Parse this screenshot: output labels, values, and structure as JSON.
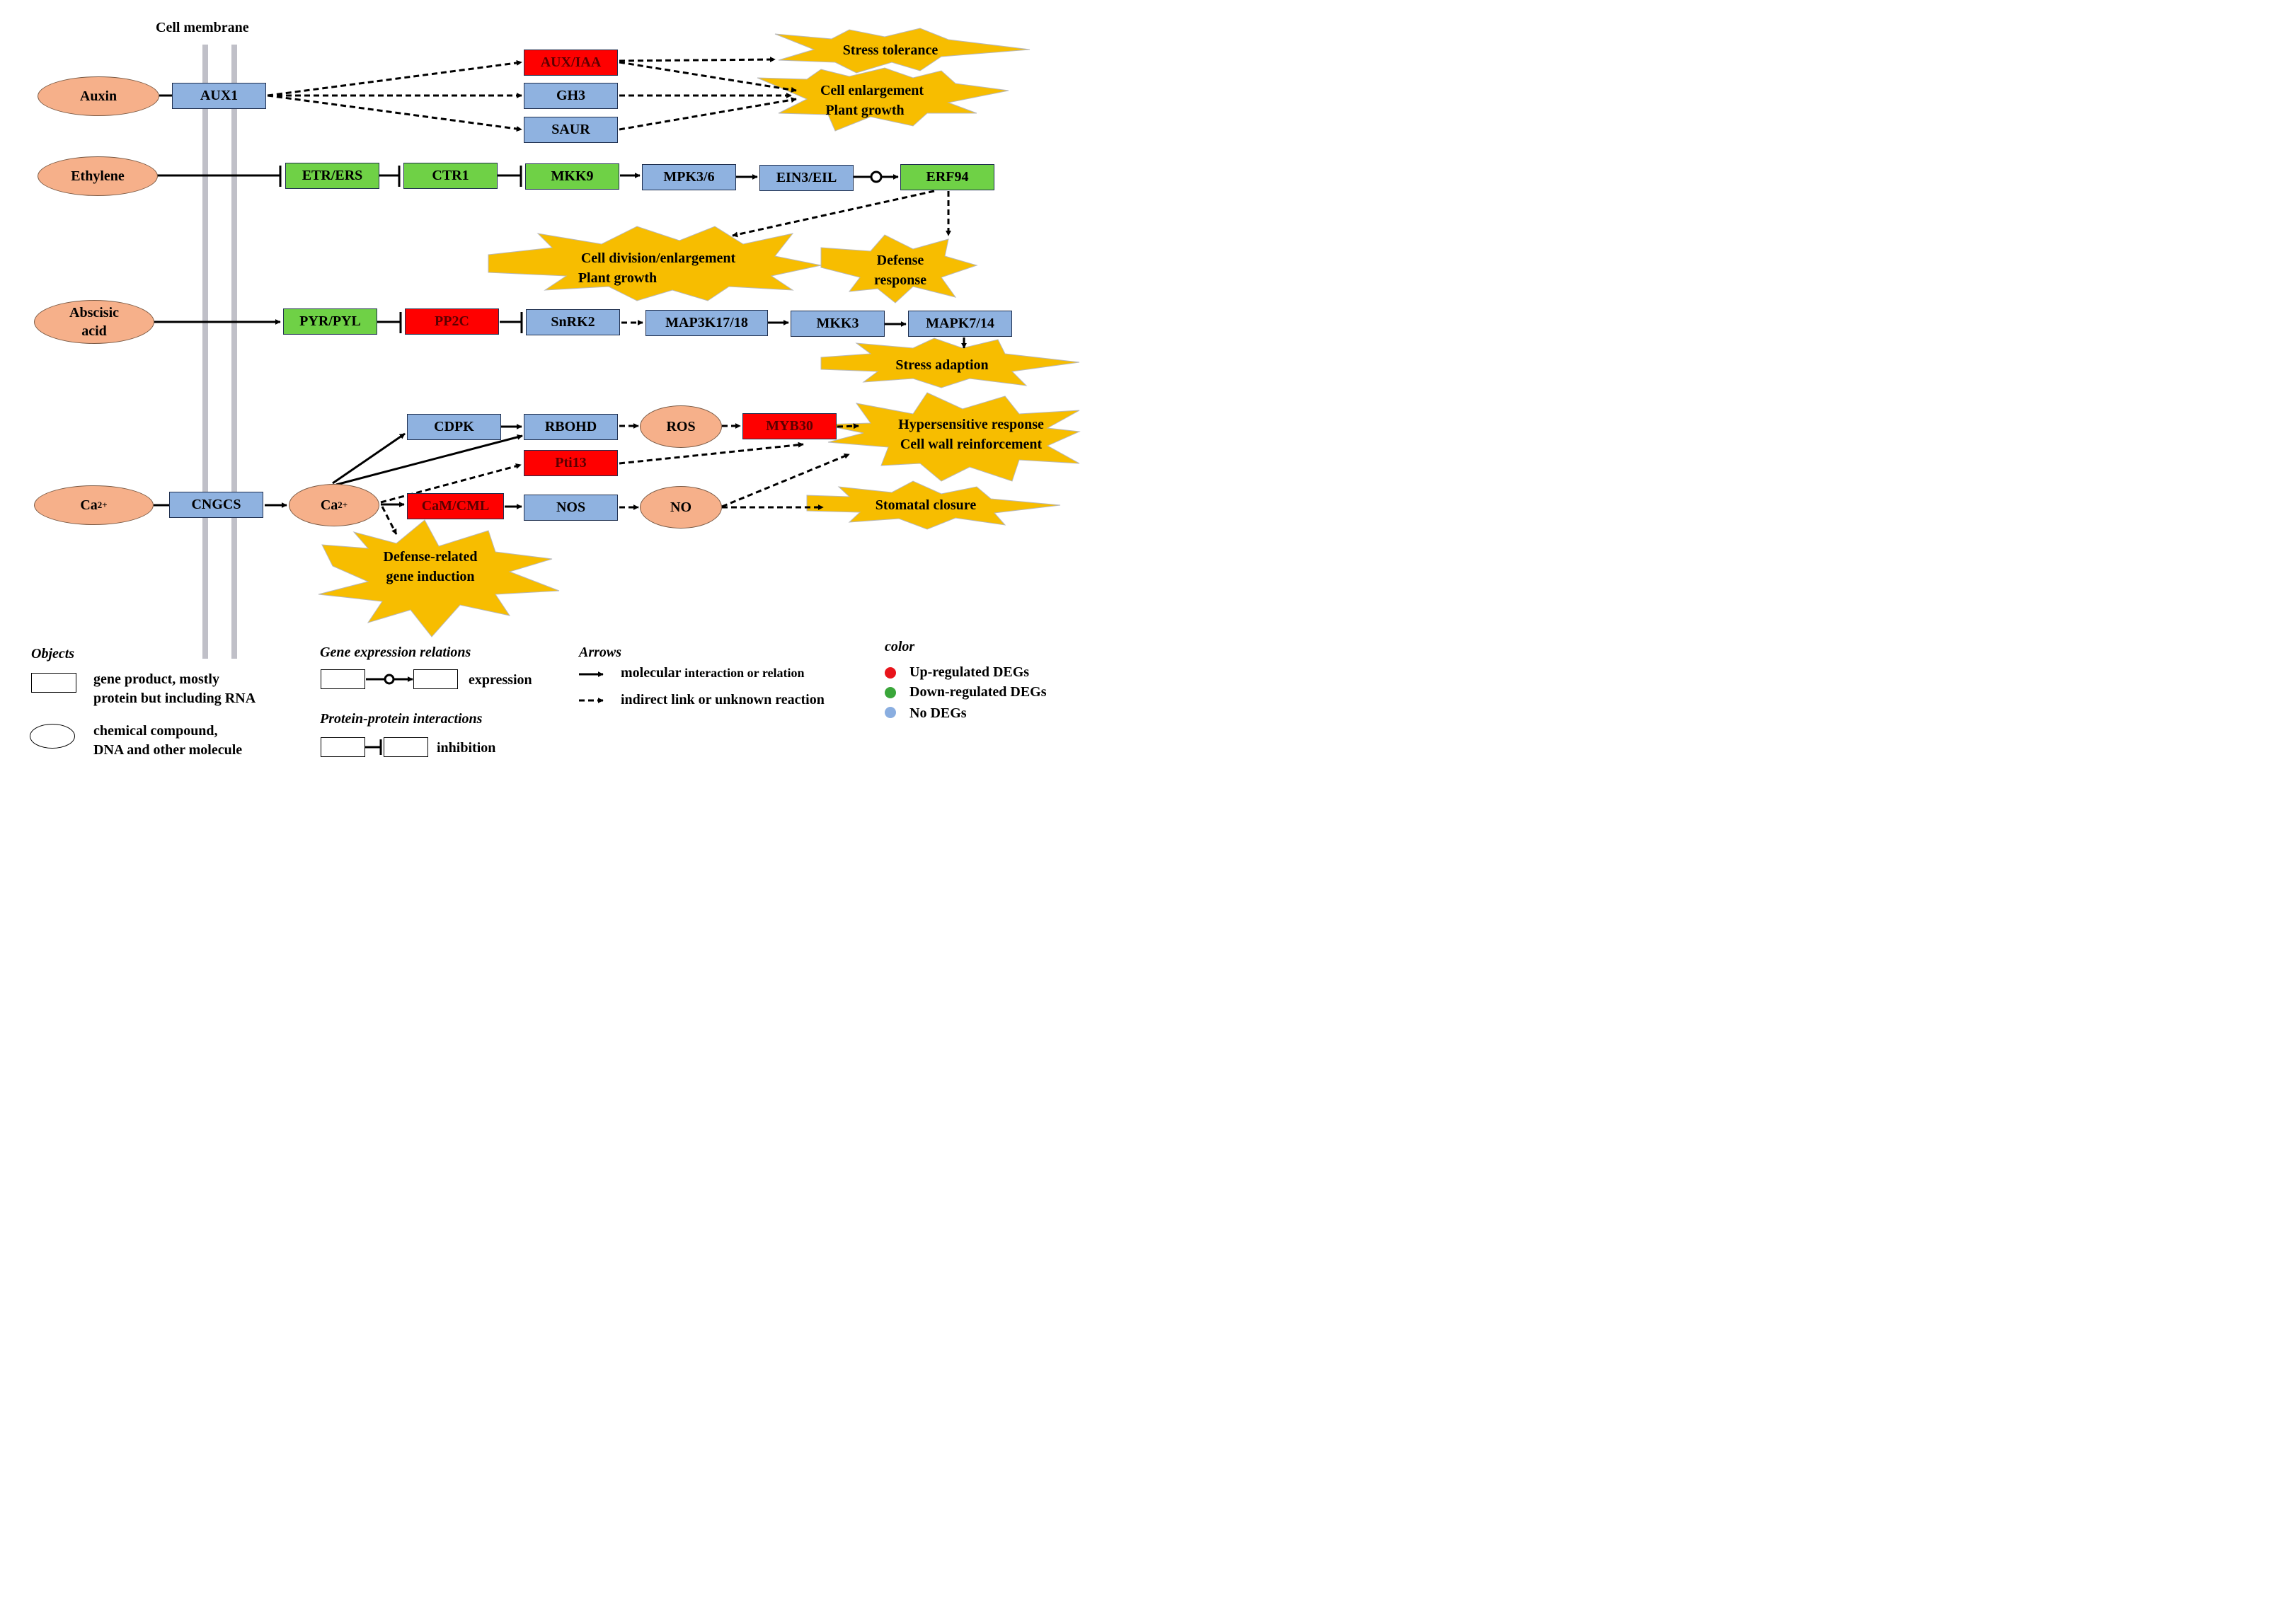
{
  "membrane_label": "Cell membrane",
  "nodes": {
    "auxin": "Auxin",
    "aux1": "AUX1",
    "aux_iaa": "AUX/IAA",
    "gh3": "GH3",
    "saur": "SAUR",
    "ethylene": "Ethylene",
    "etr_ers": "ETR/ERS",
    "ctr1": "CTR1",
    "mkk9": "MKK9",
    "mpk3_6": "MPK3/6",
    "ein3_eil": "EIN3/EIL",
    "erf94": "ERF94",
    "aba_line1": "Abscisic",
    "aba_line2": "acid",
    "pyr_pyl": "PYR/PYL",
    "pp2c": "PP2C",
    "snrk2": "SnRK2",
    "map3k17_18": "MAP3K17/18",
    "mkk3": "MKK3",
    "mapk7_14": "MAPK7/14",
    "ca_ext": "Ca",
    "ca_int": "Ca",
    "ca_sup": "2+",
    "cngcs": "CNGCS",
    "cdpk": "CDPK",
    "rbohd": "RBOHD",
    "ros": "ROS",
    "myb30": "MYB30",
    "pti13": "Pti13",
    "cam_cml": "CaM/CML",
    "nos": "NOS",
    "no": "NO"
  },
  "outcomes": {
    "stress_tolerance": "Stress tolerance",
    "cell_enlargement_1": "Cell enlargement",
    "cell_enlargement_2": "Plant growth",
    "cell_division_1": "Cell division/enlargement",
    "cell_division_2": "Plant growth",
    "defense_1": "Defense",
    "defense_2": "response",
    "stress_adaption": "Stress adaption",
    "hypersensitive_1": "Hypersensitive response",
    "hypersensitive_2": "Cell wall reinforcement",
    "stomatal_closure": "Stomatal closure",
    "defense_gene_1": "Defense-related",
    "defense_gene_2": "gene induction"
  },
  "legend": {
    "objects_title": "Objects",
    "gene_product_1": "gene product, mostly",
    "gene_product_2": "protein but including RNA",
    "compound_1": "chemical compound,",
    "compound_2": "DNA and other molecule",
    "gene_expr_title": "Gene expression relations",
    "expression": "expression",
    "ppi_title": "Protein-protein interactions",
    "inhibition": "inhibition",
    "arrows_title": "Arrows",
    "molecular_1": "molecular",
    "molecular_2": "interaction or relation",
    "indirect": "indirect link or unknown reaction",
    "color_title": "color",
    "up": "Up-regulated DEGs",
    "down": "Down-regulated DEGs",
    "no_deg": "No DEGs"
  },
  "colors": {
    "up_regulated": "#ff0000",
    "down_regulated": "#6fd146",
    "no_deg": "#8fb2e0",
    "compound": "#f6b08a",
    "outcome_burst": "#f7bd00",
    "membrane": "#c0c0c8",
    "legend_up_dot": "#e8141b",
    "legend_down_dot": "#3aa63a",
    "legend_no_dot": "#8aaee0"
  }
}
